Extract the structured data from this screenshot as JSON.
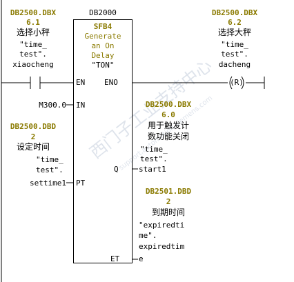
{
  "colors": {
    "line": "#000000",
    "address": "#8a7a00",
    "background": "#ffffff"
  },
  "block": {
    "db": "DB2000",
    "type": "SFB4",
    "desc": [
      "Generate",
      "an On",
      "Delay"
    ],
    "name": "\"TON\"",
    "pins": {
      "en": "EN",
      "eno": "ENO",
      "in": "IN",
      "pt": "PT",
      "q": "Q",
      "et": "ET"
    }
  },
  "contact": {
    "addr": [
      "DB2500.DBX",
      "6.1"
    ],
    "comment": "选择小秤",
    "symbol": [
      "\"time_",
      "test\".",
      "xiaocheng"
    ]
  },
  "coil": {
    "addr": [
      "DB2500.DBX",
      "6.2"
    ],
    "comment": "选择大秤",
    "symbol": [
      "\"time_",
      "test\".",
      "dacheng"
    ],
    "kind": "(R)"
  },
  "in_operand": "M300.0",
  "pt_param": {
    "addr": [
      "DB2500.DBD",
      "2"
    ],
    "comment": "设定时间",
    "symbol": [
      "\"time_",
      "test\".",
      "settime1"
    ]
  },
  "q_param": {
    "addr": [
      "DB2500.DBX",
      "6.0"
    ],
    "comment": [
      "用于触发计",
      "数功能关闭"
    ],
    "symbol": [
      "\"time_",
      "test\".",
      "start1"
    ]
  },
  "et_param": {
    "addr": [
      "DB2501.DBD",
      "2"
    ],
    "comment": "到期时间",
    "symbol": [
      "\"expiredti",
      "me\".",
      "expiredtim",
      "e"
    ]
  },
  "watermark": {
    "main": "西门子工业支持中心",
    "sub": "support.automation.siemens.com"
  }
}
